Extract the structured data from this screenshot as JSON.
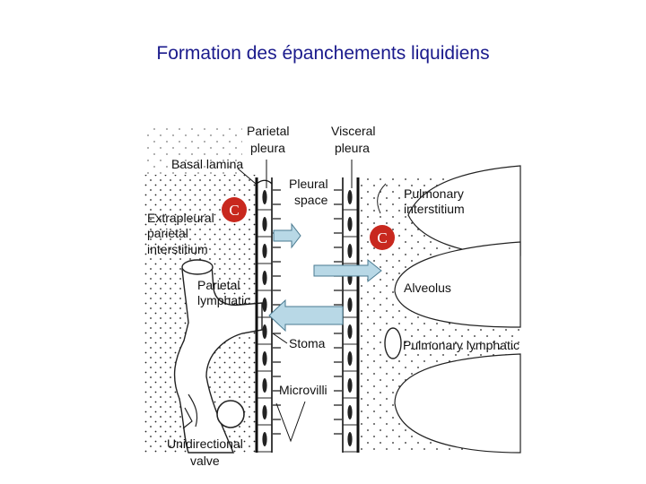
{
  "page": {
    "title": "Formation des épanchements liquidiens"
  },
  "diagram": {
    "labels": {
      "parietal_pleura": [
        "Parietal",
        "pleura"
      ],
      "visceral_pleura": [
        "Visceral",
        "pleura"
      ],
      "basal_lamina": "Basal lamina",
      "pleural_space": [
        "Pleural",
        "space"
      ],
      "extrapleural": [
        "Extrapleural",
        "parietal",
        "interstitium"
      ],
      "pulmonary_interstitium": [
        "Pulmonary",
        "interstitium"
      ],
      "parietal_lymphatic": [
        "Parietal",
        "lymphatic"
      ],
      "alveolus": "Alveolus",
      "stoma": "Stoma",
      "pulmonary_lymphatic": "Pulmonary lymphatic",
      "microvilli": "Microvilli",
      "unidirectional_valve": [
        "Unidirectional",
        "valve"
      ]
    },
    "capillary_marker": "C",
    "colors": {
      "title": "#1a1a8c",
      "capillary": "#c8281e",
      "arrow_fill": "#b8d8e6",
      "arrow_stroke": "#4a7a90"
    }
  }
}
